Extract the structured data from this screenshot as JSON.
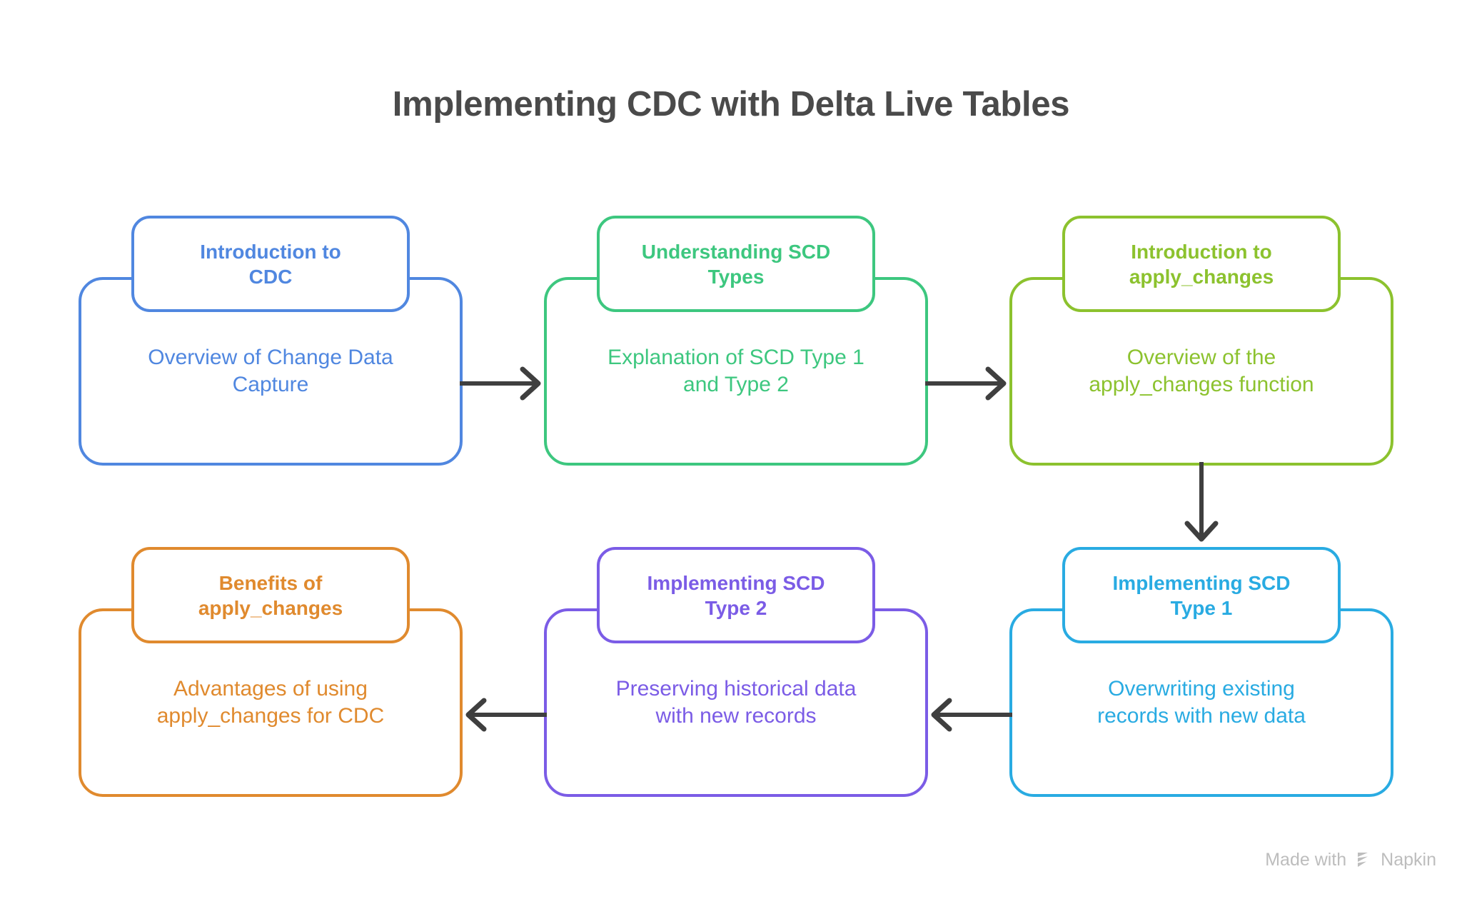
{
  "title": "Implementing CDC with Delta Live Tables",
  "watermark": {
    "prefix": "Made with",
    "brand": "Napkin"
  },
  "colors": {
    "title": "#4a4a4a",
    "arrow": "#3f3f3f",
    "watermark": "#bdbdbd",
    "blue": "#5087e0",
    "green": "#3dc77f",
    "lime": "#8cc22e",
    "cyan": "#29abe2",
    "purple": "#7b5ce6",
    "orange": "#e08a2e"
  },
  "cards": [
    {
      "id": "introduction-to-cdc",
      "header": "Introduction to\nCDC",
      "description": "Overview of Change Data\nCapture",
      "color": "#5087e0"
    },
    {
      "id": "understanding-scd-types",
      "header": "Understanding SCD\nTypes",
      "description": "Explanation of SCD Type 1\nand Type 2",
      "color": "#3dc77f"
    },
    {
      "id": "introduction-to-apply-changes",
      "header": "Introduction to\napply_changes",
      "description": "Overview of the\napply_changes function",
      "color": "#8cc22e"
    },
    {
      "id": "benefits-of-apply-changes",
      "header": "Benefits of\napply_changes",
      "description": "Advantages of using\napply_changes for CDC",
      "color": "#e08a2e"
    },
    {
      "id": "implementing-scd-type-2",
      "header": "Implementing SCD\nType 2",
      "description": "Preserving historical data\nwith new records",
      "color": "#7b5ce6"
    },
    {
      "id": "implementing-scd-type-1",
      "header": "Implementing SCD\nType 1",
      "description": "Overwriting existing\nrecords with new data",
      "color": "#29abe2"
    }
  ],
  "connectors": [
    {
      "id": "cdc-to-scd-types",
      "direction": "right"
    },
    {
      "id": "scd-types-to-apply-changes",
      "direction": "right"
    },
    {
      "id": "apply-changes-to-scd-type-1",
      "direction": "down"
    },
    {
      "id": "scd-type-1-to-scd-type-2",
      "direction": "left"
    },
    {
      "id": "scd-type-2-to-benefits",
      "direction": "left"
    }
  ]
}
